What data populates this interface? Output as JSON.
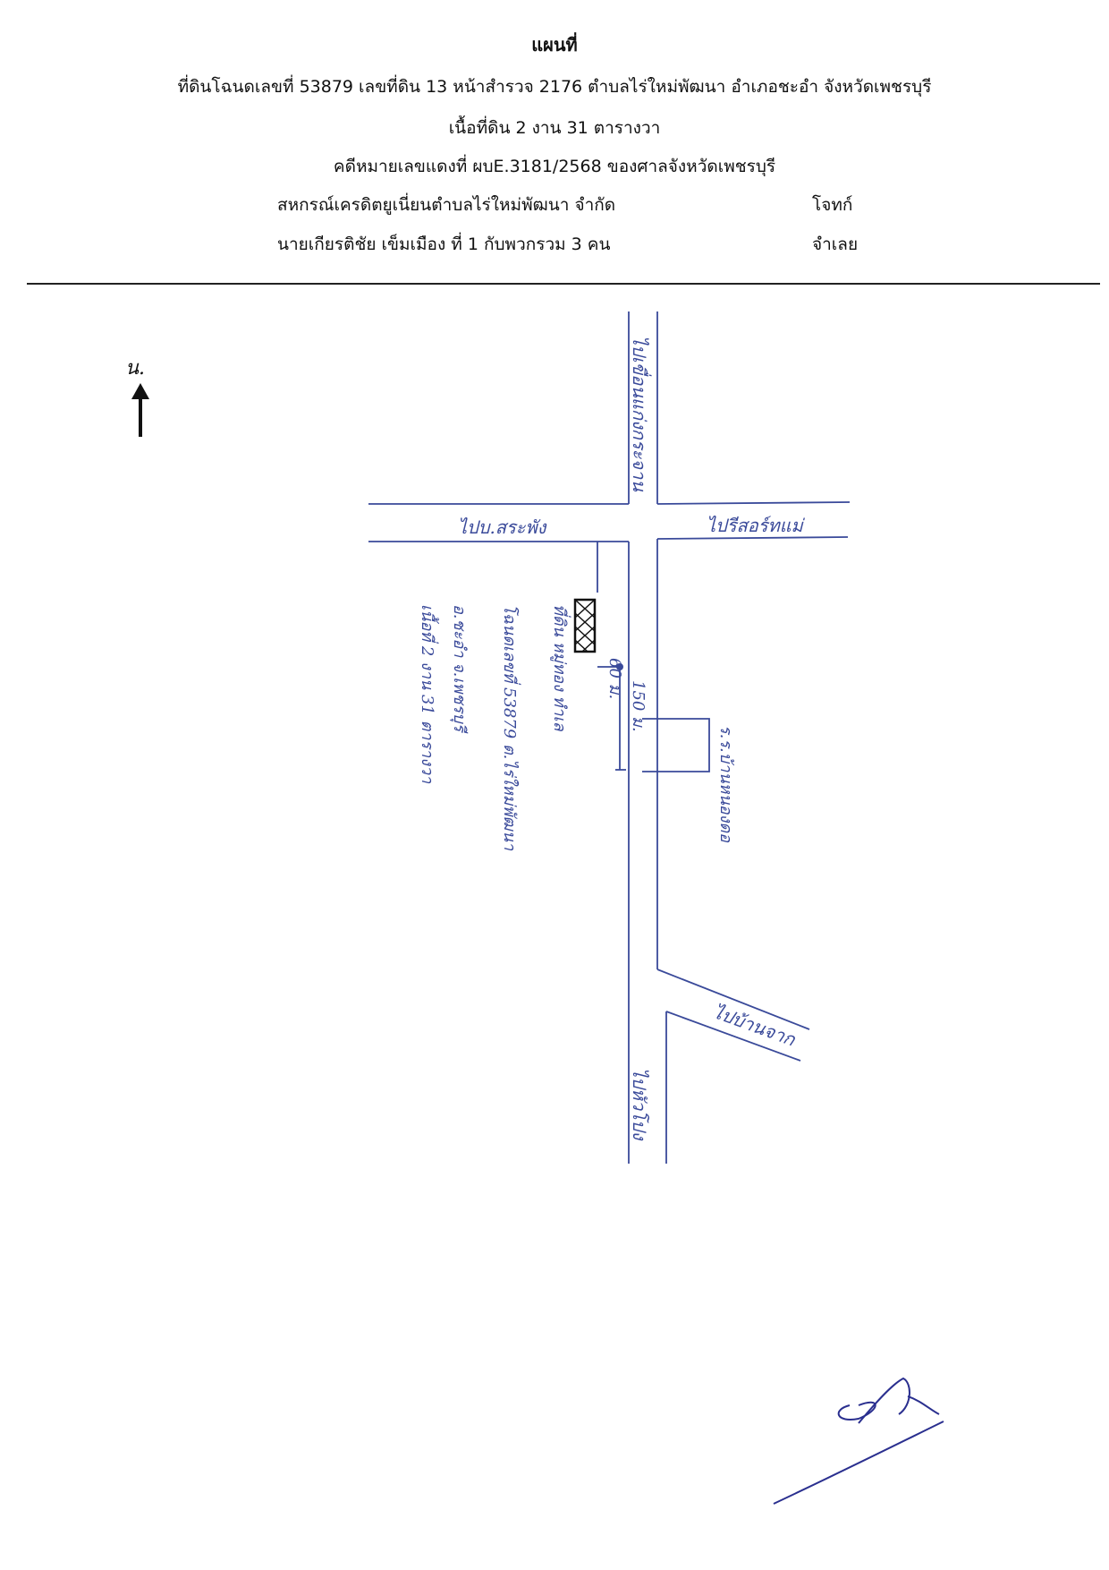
{
  "header": {
    "title": "แผนที่",
    "line1": "ที่ดินโฉนดเลขที่ 53879 เลขที่ดิน 13 หน้าสำรวจ 2176 ตำบลไร่ใหม่พัฒนา อำเภอชะอำ จังหวัดเพชรบุรี",
    "line2": "เนื้อที่ดิน 2 งาน 31 ตารางวา",
    "line3": "คดีหมายเลขแดงที่ ผบE.3181/2568 ของศาลจังหวัดเพชรบุรี",
    "plaintiff_name": "สหกรณ์เครดิตยูเนี่ยนตำบลไร่ใหม่พัฒนา จำกัด",
    "plaintiff_role": "โจทก์",
    "defendant_name": "นายเกียรติชัย เข็มเมือง ที่ 1 กับพวกรวม 3 คน",
    "defendant_role": "จำเลย"
  },
  "map": {
    "north_label": "น.",
    "road_north": "ไปเขื่อนแก่งกระจาน",
    "road_west": "ไปบ.สระพัง",
    "road_east": "ไปรีสอร์ทแม่",
    "road_southeast": "ไปบ้านจาก",
    "road_south": "ไปหัวโปง",
    "distance_small": "60 ม.",
    "distance_main": "150 ม.",
    "school_label": "ร.ร.บ้านหนองดอ",
    "parcel_lines": [
      "ที่ดิน หมู่ทอง ทำเล",
      "โฉนดเลขที่ 53879 ต.ไร่ใหม่พัฒนา",
      "อ.ชะอำ จ.เพชรบุรี",
      "เนื้อที่ 2 งาน 31 ตารางวา"
    ],
    "ink_color": "#3a4a9a"
  }
}
